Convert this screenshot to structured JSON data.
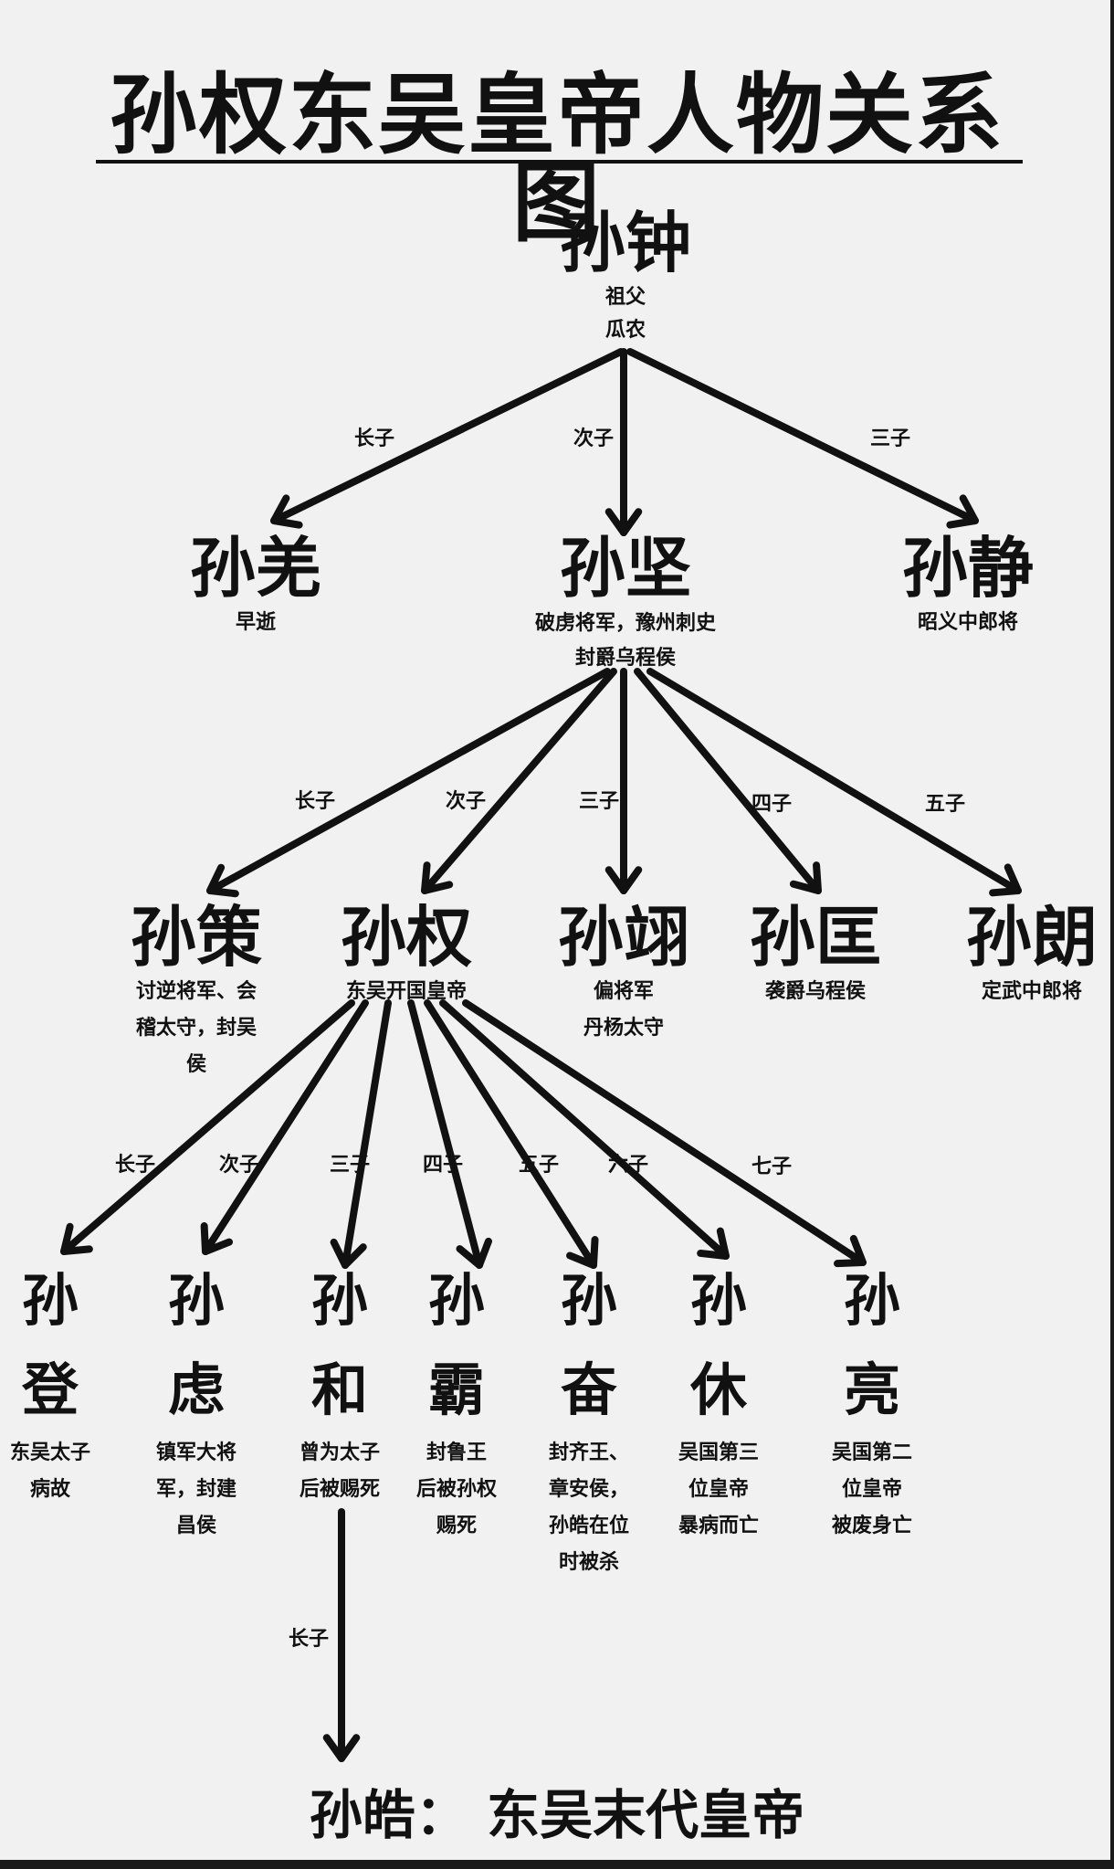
{
  "title": "孙权东吴皇帝人物关系图",
  "people": {
    "sun_zhong": {
      "name": "孙钟",
      "notes": [
        "祖父",
        "瓜农"
      ]
    },
    "sun_qiang": {
      "name": "孙羌",
      "notes": [
        "早逝"
      ]
    },
    "sun_jian": {
      "name": "孙坚",
      "notes": [
        "破虏将军，豫州刺史",
        "封爵乌程侯"
      ]
    },
    "sun_jing": {
      "name": "孙静",
      "notes": [
        "昭义中郎将"
      ]
    },
    "sun_ce": {
      "name": "孙策",
      "notes": [
        "讨逆将军、会",
        "稽太守，封吴",
        "侯"
      ]
    },
    "sun_quan": {
      "name": "孙权",
      "notes": [
        "东吴开国皇帝"
      ]
    },
    "sun_yi": {
      "name": "孙翊",
      "notes": [
        "偏将军",
        "丹杨太守"
      ]
    },
    "sun_kuang": {
      "name": "孙匡",
      "notes": [
        "袭爵乌程侯"
      ]
    },
    "sun_lang": {
      "name": "孙朗",
      "notes": [
        "定武中郎将"
      ]
    },
    "sun_deng": {
      "name_top": "孙",
      "name_bottom": "登",
      "notes": [
        "东吴太子",
        "病故"
      ]
    },
    "sun_lv": {
      "name_top": "孙",
      "name_bottom": "虑",
      "notes": [
        "镇军大将",
        "军，封建",
        "昌侯"
      ]
    },
    "sun_he": {
      "name_top": "孙",
      "name_bottom": "和",
      "notes": [
        "曾为太子",
        "后被赐死"
      ]
    },
    "sun_ba": {
      "name_top": "孙",
      "name_bottom": "霸",
      "notes": [
        "封鲁王",
        "后被孙权",
        "赐死"
      ]
    },
    "sun_fen": {
      "name_top": "孙",
      "name_bottom": "奋",
      "notes": [
        "封齐王、",
        "章安侯，",
        "孙皓在位",
        "时被杀"
      ]
    },
    "sun_xiu": {
      "name_top": "孙",
      "name_bottom": "休",
      "notes": [
        "吴国第三",
        "位皇帝",
        "暴病而亡"
      ]
    },
    "sun_liang": {
      "name_top": "孙",
      "name_bottom": "亮",
      "notes": [
        "吴国第二",
        "位皇帝",
        "被废身亡"
      ]
    }
  },
  "edge_labels": {
    "zhong_1": "长子",
    "zhong_2": "次子",
    "zhong_3": "三子",
    "jian_1": "长子",
    "jian_2": "次子",
    "jian_3": "三子",
    "jian_4": "四子",
    "jian_5": "五子",
    "quan_1": "长子",
    "quan_2": "次子",
    "quan_3": "三子",
    "quan_4": "四子",
    "quan_5": "五子",
    "quan_6": "六子",
    "quan_7": "七子",
    "he_1": "长子"
  },
  "final": {
    "text": "孙皓：  东吴末代皇帝"
  },
  "colors": {
    "background": "#f1f1f1",
    "ink": "#111111"
  }
}
